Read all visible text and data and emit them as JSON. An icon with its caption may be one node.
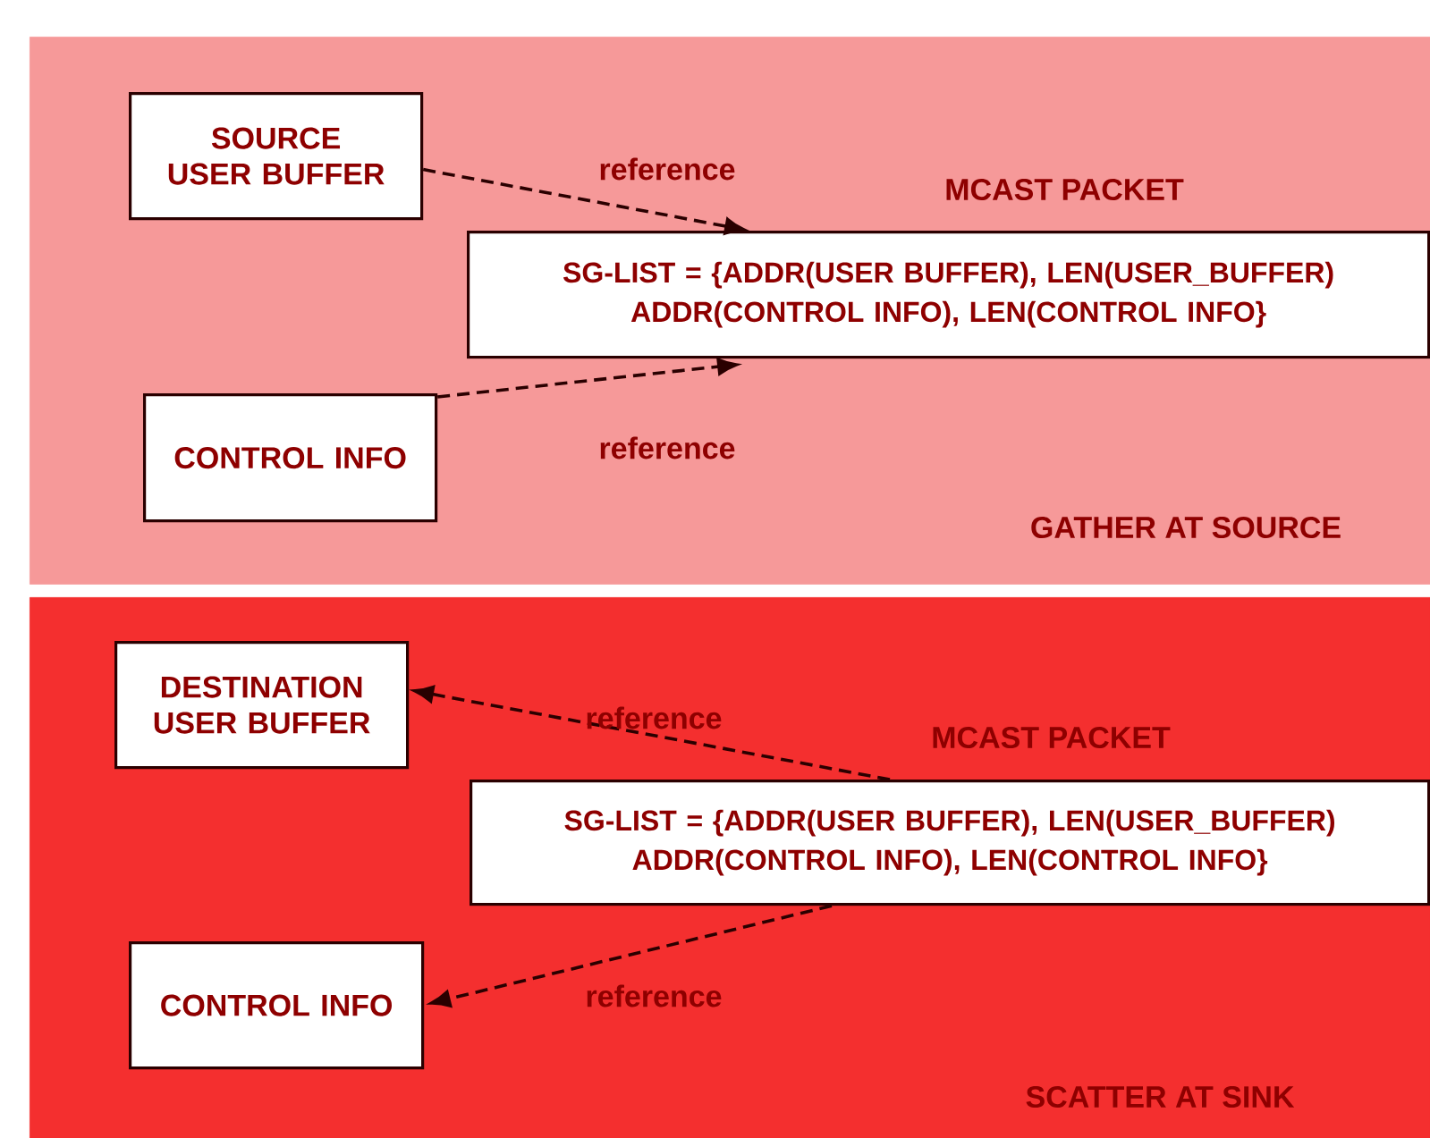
{
  "diagram": {
    "nodes": [
      {
        "text": [
          "GATHER AT SOURCE"
        ]
      },
      {
        "text": [
          "SOURCE USER BUFFER"
        ],
        "in": 0
      },
      {
        "text": [
          "CONTROL INFO"
        ],
        "in": 0
      },
      {
        "text": [
          "MCAST PACKET",
          "SG-LIST  = {ADDR(USER BUFFER), LEN(USER_BUFFER) ADDR(CONTROL INFO), LEN(CONTROL INFO}"
        ],
        "in": 0
      },
      {
        "text": [
          "SCATTER AT SINK"
        ]
      },
      {
        "text": [
          "DESTINATION USER BUFFER"
        ],
        "in": 4
      },
      {
        "text": [
          "CONTROL INFO"
        ],
        "in": 4
      },
      {
        "text": [
          "MCAST PACKET",
          "SG-LIST  = {ADDR(USER BUFFER), LEN(USER_BUFFER) ADDR(CONTROL INFO), LEN(CONTROL INFO}"
        ],
        "in": 4
      }
    ],
    "edges": [
      {
        "from": 1,
        "to": 3,
        "arrow": "to",
        "label": "reference",
        "style": "dashed"
      },
      {
        "from": 2,
        "to": 3,
        "arrow": "to",
        "label": "reference",
        "style": "dashed"
      },
      {
        "from": 7,
        "to": 5,
        "arrow": "to",
        "label": "reference",
        "style": "dashed"
      },
      {
        "from": 7,
        "to": 6,
        "arrow": "to",
        "label": "reference",
        "style": "dashed"
      }
    ]
  }
}
